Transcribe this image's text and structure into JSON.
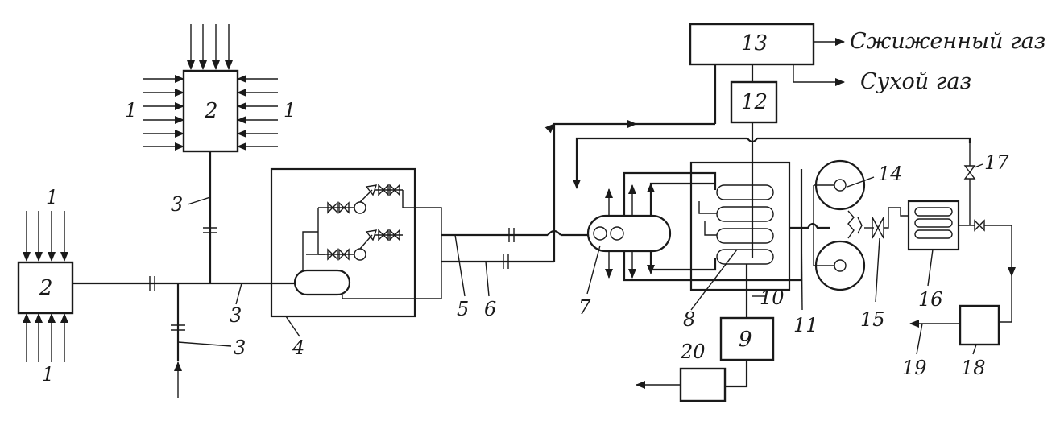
{
  "diagram": {
    "outputs": {
      "liquefied_gas": "Сжиженный газ",
      "dry_gas": "Сухой газ"
    },
    "blocks": {
      "b2_top": "2",
      "b2_left": "2",
      "b9": "9",
      "b12": "12",
      "b13": "13",
      "b20": "20"
    },
    "labels": {
      "n1_top_left": "1",
      "n1_top_right": "1",
      "n1_left_top": "1",
      "n1_left_bottom": "1",
      "n3_upper": "3",
      "n3_mid": "3",
      "n3_lower": "3",
      "n4": "4",
      "n5": "5",
      "n6": "6",
      "n7": "7",
      "n8": "8",
      "n10": "10",
      "n11": "11",
      "n14": "14",
      "n15": "15",
      "n16": "16",
      "n17": "17",
      "n18": "18",
      "n19": "19"
    }
  }
}
